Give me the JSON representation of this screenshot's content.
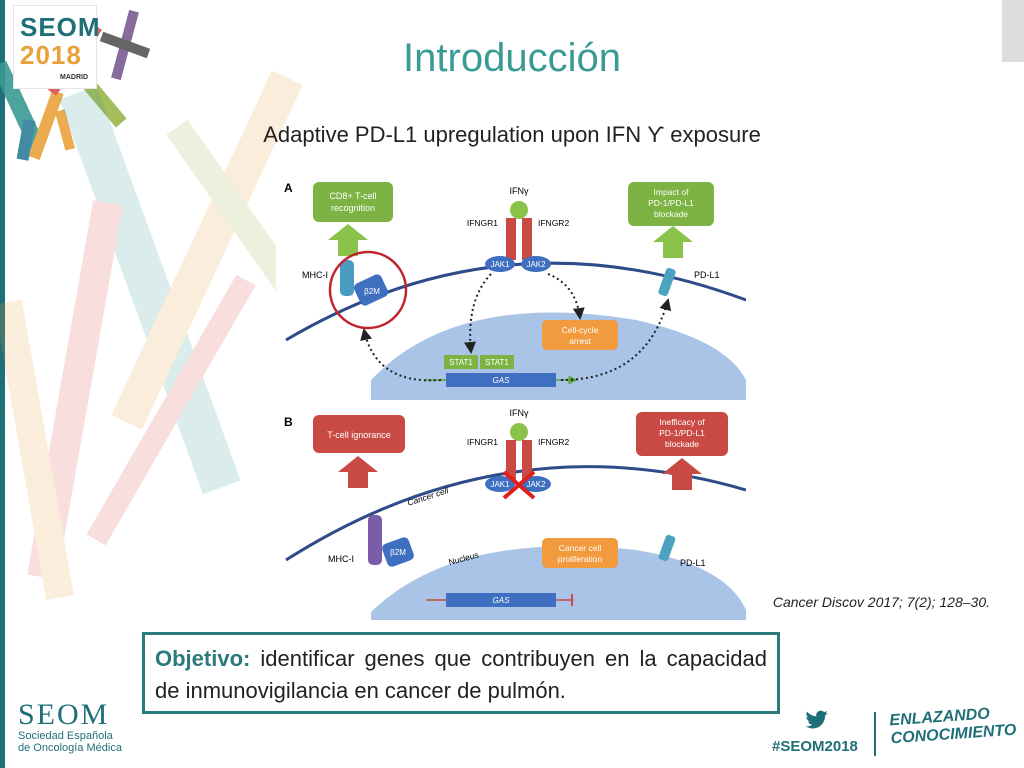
{
  "logo": {
    "line1": "SEOM",
    "line2": "2018",
    "line3": "MADRID"
  },
  "title": "Introducción",
  "subtitle": "Adaptive PD-L1 upregulation upon IFN ϒ exposure",
  "figure": {
    "panel_a": {
      "label": "A",
      "cd8_box": [
        "CD8+ T-cell",
        "recognition"
      ],
      "ifn": "IFNγ",
      "ifngr1": "IFNGR1",
      "ifngr2": "IFNGR2",
      "impact_box": [
        "Impact of",
        "PD-1/PD-L1",
        "blockade"
      ],
      "mhc": "MHC-I",
      "b2m": "β2M",
      "jak1": "JAK1",
      "jak2": "JAK2",
      "pdl1": "PD-L1",
      "cellcycle": [
        "Cell-cycle",
        "arrest"
      ],
      "stat1a": "STAT1",
      "stat1b": "STAT1",
      "gas": "GAS"
    },
    "panel_b": {
      "label": "B",
      "tcell_box": "T-cell ignorance",
      "ifn": "IFNγ",
      "ifngr1": "IFNGR1",
      "ifngr2": "IFNGR2",
      "inefficacy_box": [
        "Inefficacy of",
        "PD-1/PD-L1",
        "blockade"
      ],
      "cancer_cell": "Cancer cell",
      "jak1": "JAK1",
      "jak2": "JAK2",
      "mhc": "MHC-I",
      "b2m": "β2M",
      "nucleus": "Nucleus",
      "proliferation": [
        "Cancer cell",
        "proliferation"
      ],
      "pdl1": "PD-L1",
      "gas": "GAS"
    }
  },
  "citation": "Cancer Discov 2017; 7(2); 128–30.",
  "objective": {
    "label": "Objetivo:",
    "text": " identificar genes que contribuyen en la capacidad de inmunovigilancia en cancer de pulmón."
  },
  "footer": {
    "seom_big": "SEOM",
    "seom_line1": "Sociedad Española",
    "seom_line2": "de Oncología Médica",
    "hashtag": "#SEOM2018",
    "slogan_line1": "ENLAZANDO",
    "slogan_line2": "CONOCIMIENTO"
  },
  "colors": {
    "teal": "#1f6f78",
    "title": "#3a9a94",
    "green": "#7cb342",
    "orange": "#f19a3e",
    "red": "#c94a44"
  },
  "icons": [
    "twitter-icon"
  ]
}
